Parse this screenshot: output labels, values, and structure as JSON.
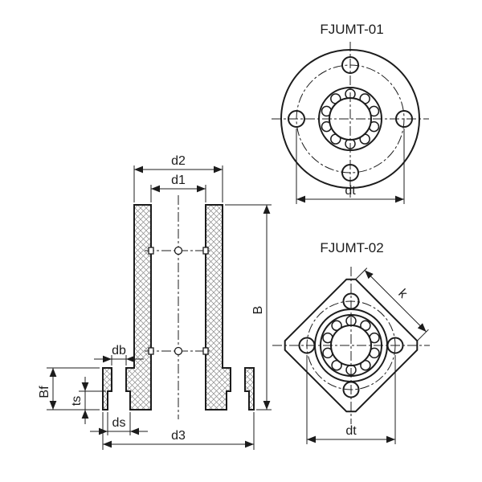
{
  "drawing": {
    "titles": {
      "fjumt01": "FJUMT-01",
      "fjumt02": "FJUMT-02"
    },
    "dimensions": {
      "d2": "d2",
      "d1": "d1",
      "B": "B",
      "db": "db",
      "Bf": "Bf",
      "ts": "ts",
      "ds": "ds",
      "d3": "d3",
      "dt_round": "dt",
      "k": "k",
      "dt_square": "dt"
    },
    "colors": {
      "line": "#1c1c1c",
      "hatch_line": "#8a8a8a",
      "background": "#ffffff"
    }
  }
}
